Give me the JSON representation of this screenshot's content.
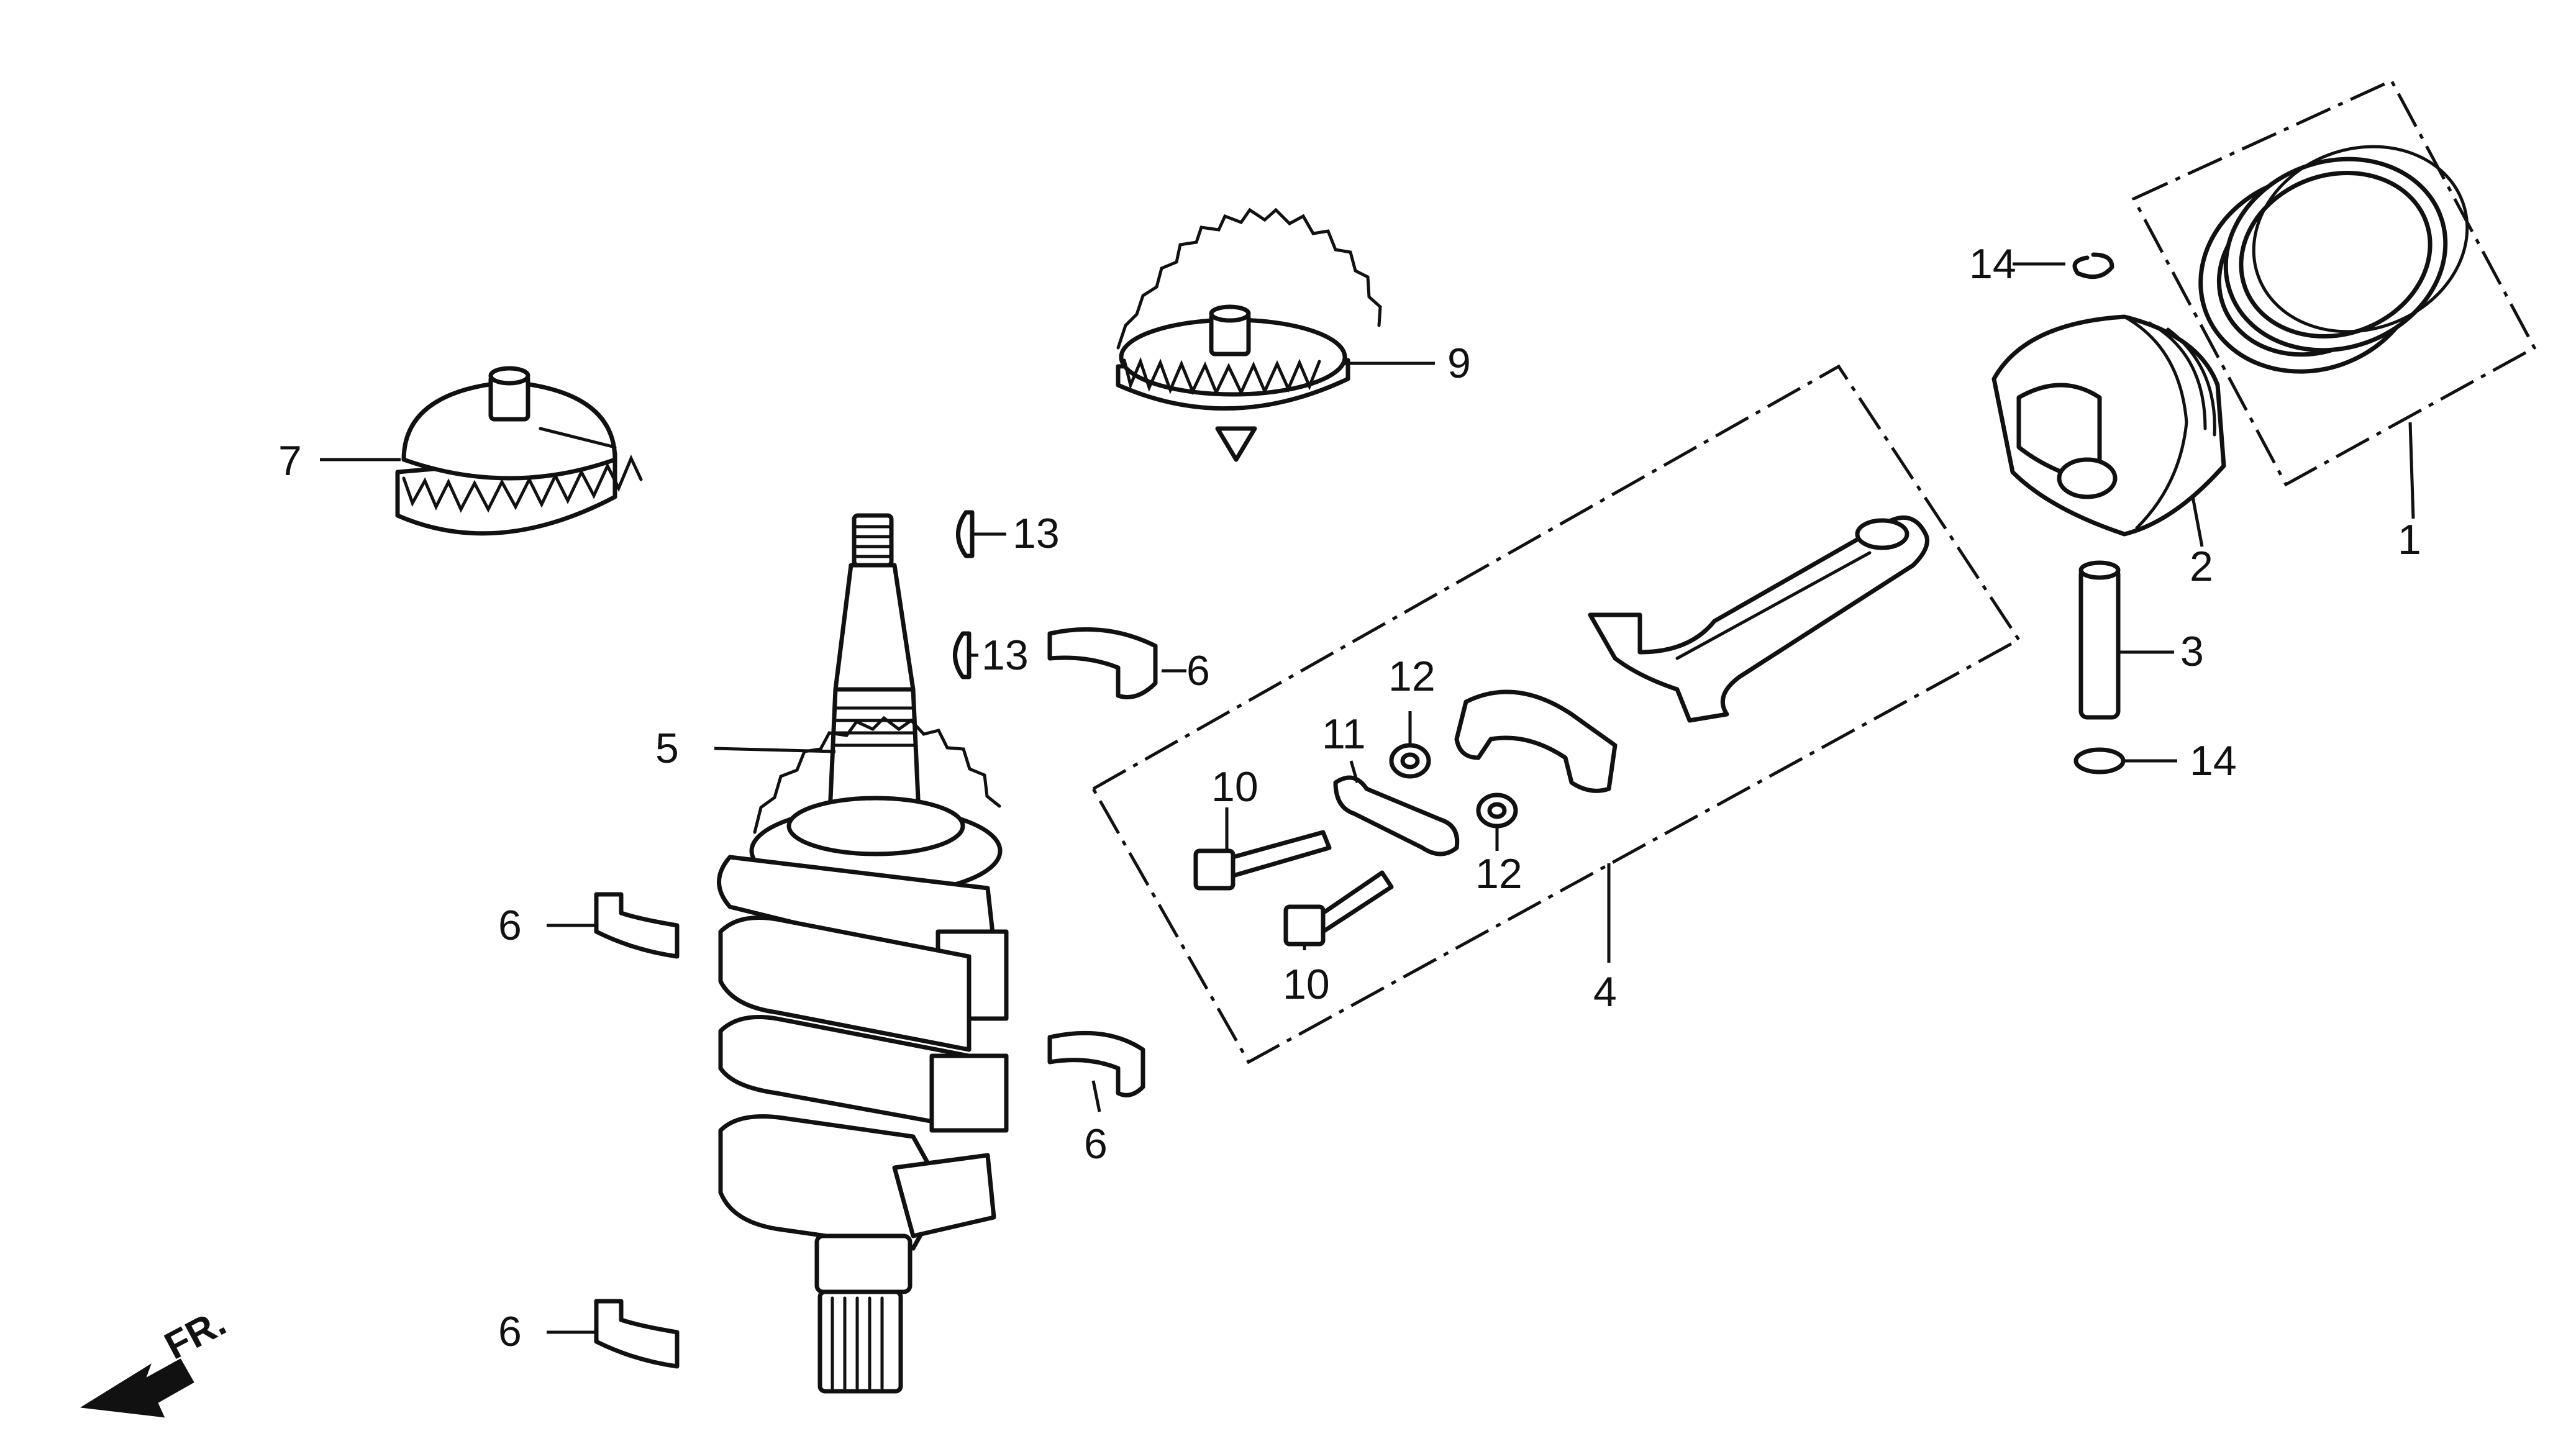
{
  "diagram": {
    "front_indicator": "FR.",
    "callouts": {
      "c1": "1",
      "c2": "2",
      "c3": "3",
      "c4": "4",
      "c5": "5",
      "c6a": "6",
      "c6b": "6",
      "c6c": "6",
      "c6d": "6",
      "c7": "7",
      "c9": "9",
      "c10a": "10",
      "c10b": "10",
      "c11": "11",
      "c12a": "12",
      "c12b": "12",
      "c13a": "13",
      "c13b": "13",
      "c14a": "14",
      "c14b": "14"
    }
  }
}
